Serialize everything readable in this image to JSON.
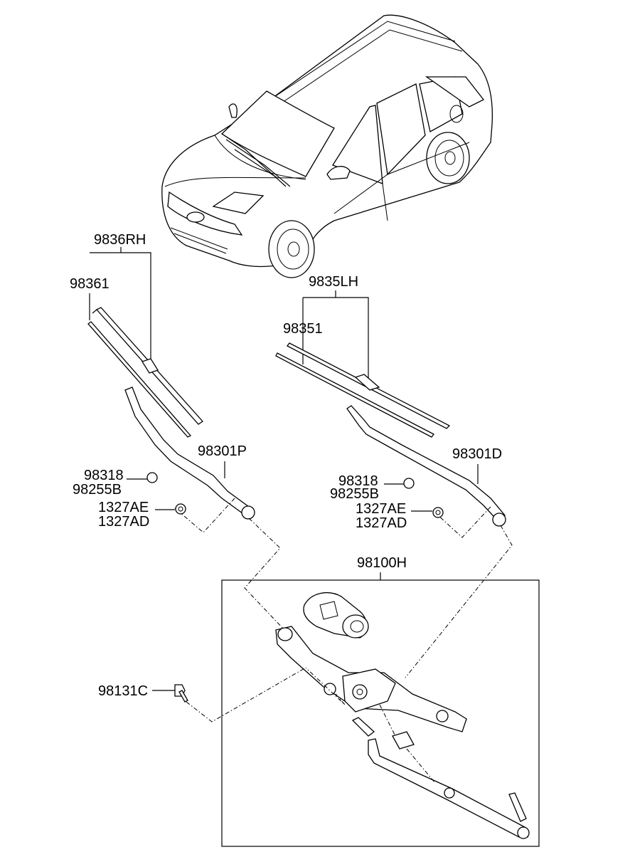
{
  "labels": {
    "rh_assy": "9836RH",
    "rh_refill": "98361",
    "lh_assy": "9835LH",
    "lh_refill": "98351",
    "rh_arm": "98301P",
    "lh_arm": "98301D",
    "rh_cap": "98318",
    "rh_cap2": "98255B",
    "rh_nut1": "1327AE",
    "rh_nut2": "1327AD",
    "lh_cap": "98318",
    "lh_cap2": "98255B",
    "lh_nut1": "1327AE",
    "lh_nut2": "1327AD",
    "linkage": "98100H",
    "bolt": "98131C"
  }
}
